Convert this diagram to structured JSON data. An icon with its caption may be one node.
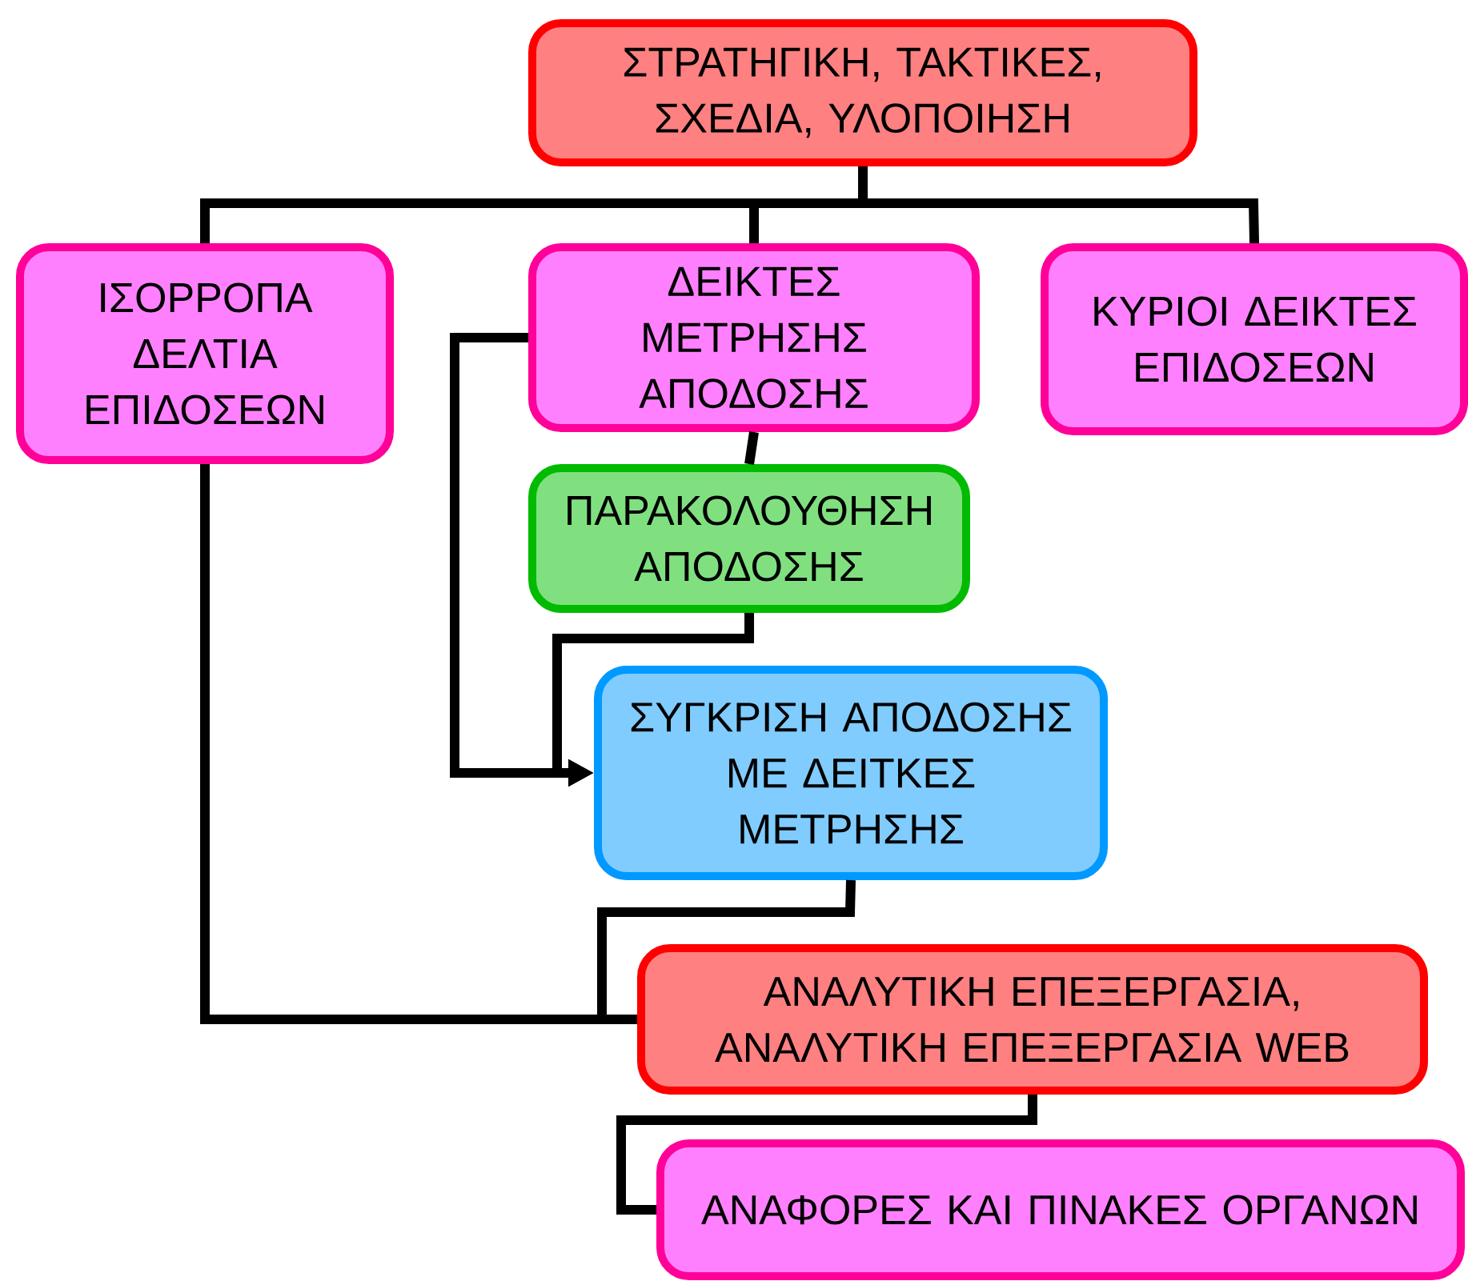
{
  "diagram": {
    "nodes": [
      {
        "text": [
          "ΣΤΡΑΤΗΓΙΚΗ, ΤΑΚΤΙΚΕΣ, ΣΧΕΔΙΑ, ΥΛΟΠΟΙΗΣΗ"
        ]
      },
      {
        "text": [
          "ΙΣΟΡΡΟΠΑ ΔΕΛΤΙΑ ΕΠΙΔΟΣΕΩΝ"
        ]
      },
      {
        "text": [
          "ΔΕΙΚΤΕΣ ΜΕΤΡΗΣΗΣ ΑΠΟΔΟΣΗΣ"
        ]
      },
      {
        "text": [
          "ΚΥΡΙΟΙ ΔΕΙΚΤΕΣ ΕΠΙΔΟΣΕΩΝ"
        ]
      },
      {
        "text": [
          "ΠΑΡΑΚΟΛΟΥΘΗΣΗ ΑΠΟΔΟΣΗΣ"
        ]
      },
      {
        "text": [
          "ΣΥΓΚΡΙΣΗ ΑΠΟΔΟΣΗΣ ΜΕ ΔΕΙΤΚΕΣ ΜΕΤΡΗΣΗΣ"
        ]
      },
      {
        "text": [
          "ΑΝΑΛΥΤΙΚΗ ΕΠΕΞΕΡΓΑΣΙΑ, ΑΝΑΛΥΤΙΚΗ ΕΠΕΞΕΡΓΑΣΙΑ WEB"
        ]
      },
      {
        "text": [
          "ΑΝΑΦΟΡΕΣ ΚΑΙ ΠΙΝΑΚΕΣ ΟΡΓΑΝΩΝ"
        ]
      }
    ],
    "edges": [
      {
        "from": 0,
        "to": 1,
        "arrow": "none"
      },
      {
        "from": 0,
        "to": 2,
        "arrow": "none"
      },
      {
        "from": 0,
        "to": 3,
        "arrow": "none"
      },
      {
        "from": 2,
        "to": 4,
        "arrow": "none"
      },
      {
        "from": 2,
        "to": 5,
        "arrow": "to"
      },
      {
        "from": 4,
        "to": 5,
        "arrow": "to"
      },
      {
        "from": 5,
        "to": 6,
        "arrow": "none"
      },
      {
        "from": 1,
        "to": 6,
        "arrow": "none"
      },
      {
        "from": 6,
        "to": 7,
        "arrow": "none"
      }
    ]
  }
}
